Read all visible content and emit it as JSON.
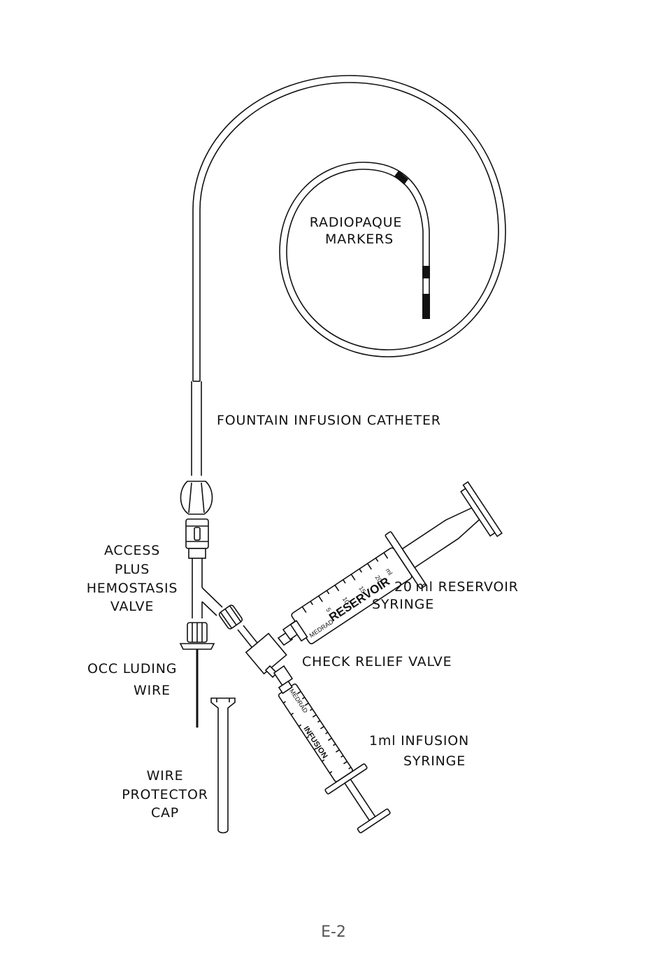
{
  "labels": {
    "radiopaque_1": "RADIOPAQUE",
    "radiopaque_2": "MARKERS",
    "catheter": "FOUNTAIN INFUSION CATHETER",
    "access_1": "ACCESS",
    "access_2": "PLUS",
    "access_3": "HEMOSTASIS",
    "access_4": "VALVE",
    "reservoir_1": "20 ml RESERVOIR",
    "reservoir_2": "SYRINGE",
    "check_valve": "CHECK RELIEF VALVE",
    "occluding_1": "OCC LUDING",
    "occluding_2": "WIRE",
    "infusion_1": "1ml  INFUSION",
    "infusion_2": "SYRINGE",
    "wire_cap_1": "WIRE",
    "wire_cap_2": "PROTECTOR",
    "wire_cap_3": "CAP"
  },
  "reservoir_syringe": {
    "barrel_text": "RESERVOIR",
    "ticks": [
      "5",
      "10",
      "15",
      "20"
    ],
    "unit": "ml",
    "brand": "MEDRAD"
  },
  "infusion_syringe": {
    "barrel_text": "INFUSION",
    "brand": "MEDRAD"
  },
  "page_number": "E-2"
}
